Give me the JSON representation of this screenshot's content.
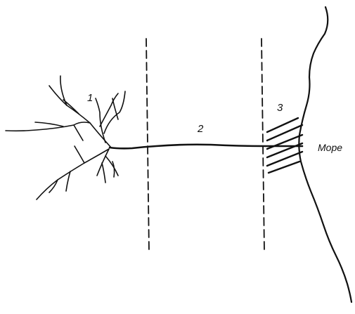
{
  "labels": {
    "zone_1": "1",
    "zone_2": "2",
    "zone_3": "3",
    "sea": "Море"
  },
  "colors": {
    "ink": "#111111",
    "background": "#ffffff"
  }
}
